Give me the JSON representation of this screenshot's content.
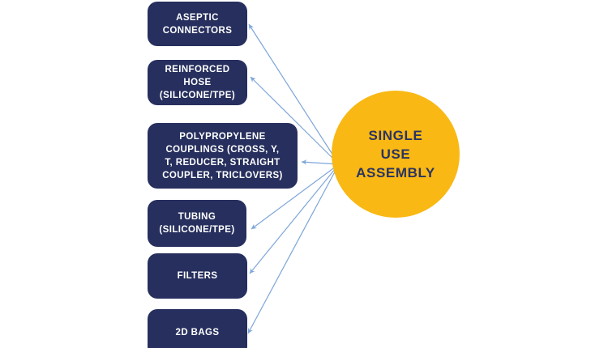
{
  "colors": {
    "box_navy": "#262F5D",
    "circle_yellow": "#F9B813",
    "arrow_blue": "#7EA6D8",
    "box_text": "#FFFFFF",
    "circle_text": "#2A3463",
    "background": "#FFFFFF"
  },
  "diagram": {
    "hub_label": "SINGLE\nUSE\nASSEMBLY",
    "nodes": [
      {
        "label": "ASEPTIC\nCONNECTORS"
      },
      {
        "label": "REINFORCED\nHOSE\n(SILICONE/TPE)"
      },
      {
        "label": "POLYPROPYLENE\nCOUPLINGS (CROSS, Y,\nT, REDUCER, STRAIGHT\nCOUPLER, TRICLOVERS)"
      },
      {
        "label": "TUBING\n(SILICONE/TPE)"
      },
      {
        "label": "FILTERS"
      },
      {
        "label": "2D BAGS"
      }
    ]
  }
}
